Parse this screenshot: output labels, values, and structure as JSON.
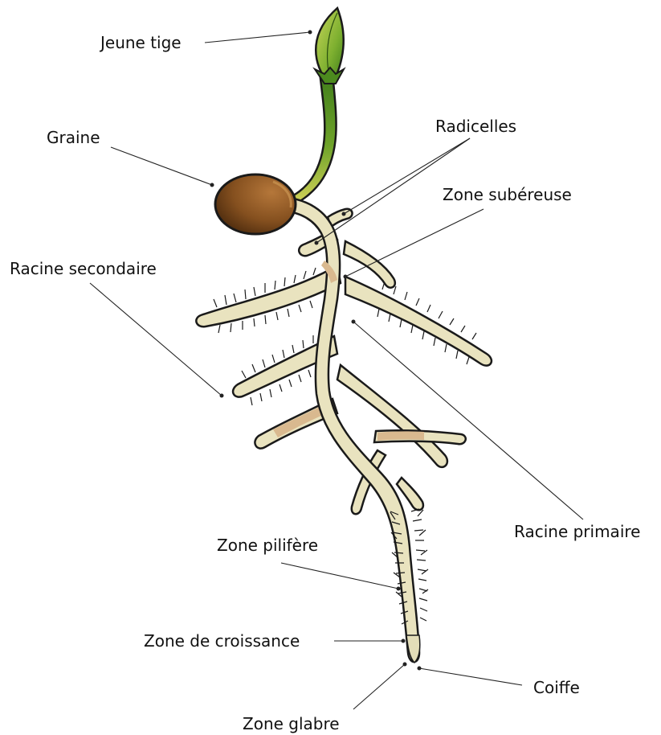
{
  "diagram": {
    "labels": {
      "jeune_tige": "Jeune tige",
      "graine": "Graine",
      "radicelles": "Radicelles",
      "zone_subereuse": "Zone subéreuse",
      "racine_secondaire": "Racine secondaire",
      "racine_primaire": "Racine primaire",
      "zone_pilifere": "Zone pilifère",
      "zone_croissance": "Zone de croissance",
      "coiffe": "Coiffe",
      "zone_glabre": "Zone glabre"
    },
    "colors": {
      "root_fill": "#e9e3bf",
      "root_tan": "#d9b98f",
      "seed_dark": "#5a3410",
      "seed_light": "#a86a2c",
      "stem_green": "#4e8a1c",
      "stem_yellow": "#c8cf4a",
      "outline": "#1a1a1a"
    }
  }
}
